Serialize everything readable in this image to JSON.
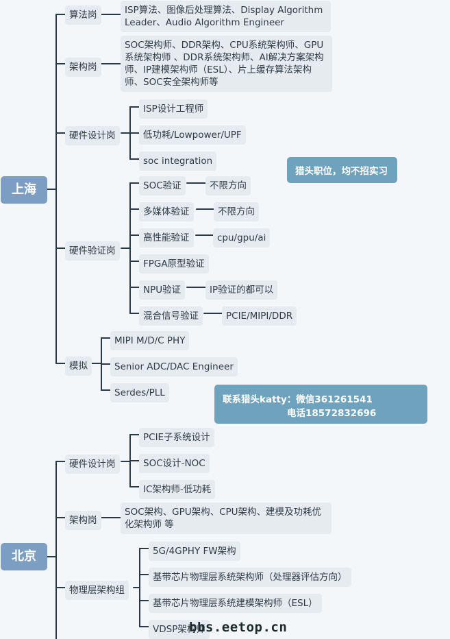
{
  "shanghai": {
    "title": "上海",
    "suanfa": {
      "label": "算法岗",
      "child": "ISP算法、图像后处理算法、Display Algorithm Leader、Audio Algorithm Engineer"
    },
    "jiagou": {
      "label": "架构岗",
      "child": "SOC架构师、DDR架构、CPU系统架构师、GPU系统架构师 、DDR系统架构师、AI解决方案架构师、IP建模架构师（ESL）、片上缓存算法架构师、SOC安全架构师等"
    },
    "yingjian_sheji": {
      "label": "硬件设计岗",
      "items": [
        "ISP设计工程师",
        "低功耗/Lowpower/UPF",
        "soc integration"
      ]
    },
    "yingjian_yanzheng": {
      "label": "硬件验证岗",
      "items": [
        {
          "label": "SOC验证",
          "detail": "不限方向"
        },
        {
          "label": "多媒体验证",
          "detail": "不限方向"
        },
        {
          "label": "高性能验证",
          "detail": "cpu/gpu/ai"
        },
        {
          "label": "FPGA原型验证",
          "detail": ""
        },
        {
          "label": "NPU验证",
          "detail": "IP验证的都可以"
        },
        {
          "label": "混合信号验证",
          "detail": "PCIE/MIPI/DDR"
        }
      ]
    },
    "moni": {
      "label": "模拟",
      "items": [
        "MIPI  M/D/C PHY",
        "Senior ADC/DAC Engineer",
        "Serdes/PLL"
      ]
    }
  },
  "beijing": {
    "title": "北京",
    "yingjian_sheji": {
      "label": "硬件设计岗",
      "items": [
        "PCIE子系统设计",
        "SOC设计-NOC",
        "IC架构师-低功耗"
      ]
    },
    "jiagou": {
      "label": "架构岗",
      "child": "SOC架构、GPU架构、CPU架构、建模及功耗优化架构师 等"
    },
    "wuliceng": {
      "label": "物理层架构组",
      "items": [
        "5G/4GPHY FW架构",
        "基带芯片物理层系统架构师（处理器评估方向）",
        "基带芯片物理层系统建模架构师（ESL）",
        "VDSP架构师"
      ]
    }
  },
  "notes": {
    "headhunter": "猎头职位，均不招实习",
    "contact_line1": "联系猎头katty：微信361261541",
    "contact_line2": "电话18572832696"
  },
  "watermark": "bbs.eetop.cn",
  "colors": {
    "root_bg": "#7c9ec3",
    "node_bg": "#e6ebf0",
    "note_bg": "#6fa3bd",
    "line": "#2a3947"
  }
}
